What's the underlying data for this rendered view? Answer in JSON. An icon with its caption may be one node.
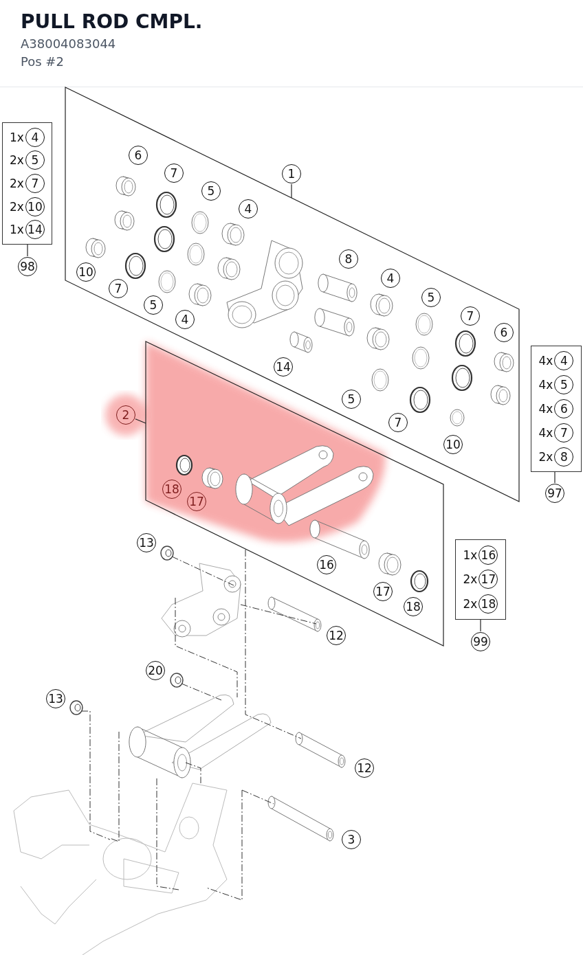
{
  "diagram": {
    "title": "PULL ROD CMPL.",
    "nodes": [
      {
        "text": [],
        "shape": "box"
      },
      {
        "text": [
          "1"
        ]
      },
      {
        "text": [],
        "shape": "box"
      },
      {
        "text": [
          "2"
        ]
      },
      {
        "text": [],
        "shape": "box"
      },
      {
        "text": [
          "1x",
          "4"
        ],
        "in": 4
      },
      {
        "text": [
          "2x",
          "5"
        ],
        "in": 4
      },
      {
        "text": [
          "2x",
          "7"
        ],
        "in": 4
      },
      {
        "text": [
          "2x",
          "10"
        ],
        "in": 4
      },
      {
        "text": [
          "1x",
          "14"
        ],
        "in": 4
      },
      {
        "text": [
          "98"
        ]
      },
      {
        "text": [],
        "shape": "box"
      },
      {
        "text": [
          "4x",
          "4"
        ],
        "in": 11
      },
      {
        "text": [
          "4x",
          "5"
        ],
        "in": 11
      },
      {
        "text": [
          "4x",
          "6"
        ],
        "in": 11
      },
      {
        "text": [
          "4x",
          "7"
        ],
        "in": 11
      },
      {
        "text": [
          "2x",
          "8"
        ],
        "in": 11
      },
      {
        "text": [
          "97"
        ]
      },
      {
        "text": [],
        "shape": "box"
      },
      {
        "text": [
          "1x",
          "16"
        ],
        "in": 18
      },
      {
        "text": [
          "2x",
          "17"
        ],
        "in": 18
      },
      {
        "text": [
          "2x",
          "18"
        ],
        "in": 18
      },
      {
        "text": [
          "99"
        ]
      },
      {
        "text": [
          "20"
        ]
      },
      {
        "text": [
          "13"
        ]
      },
      {
        "text": [
          "12"
        ]
      },
      {
        "text": [
          "3"
        ]
      }
    ],
    "edges": [
      {
        "from": 1,
        "to": 0,
        "arrow": "none"
      },
      {
        "from": 3,
        "to": 2,
        "arrow": "none"
      },
      {
        "from": 10,
        "to": 4,
        "arrow": "none"
      },
      {
        "from": 17,
        "to": 11,
        "arrow": "none"
      },
      {
        "from": 22,
        "to": 18,
        "arrow": "none"
      }
    ],
    "labels": [
      "A38004083044",
      "Pos #2",
      "6",
      "7",
      "5",
      "4",
      "8",
      "10",
      "4",
      "7",
      "5",
      "5",
      "7",
      "4",
      "6",
      "14",
      "5",
      "7",
      "10",
      "18",
      "17",
      "13",
      "16",
      "17",
      "18",
      "12"
    ]
  }
}
